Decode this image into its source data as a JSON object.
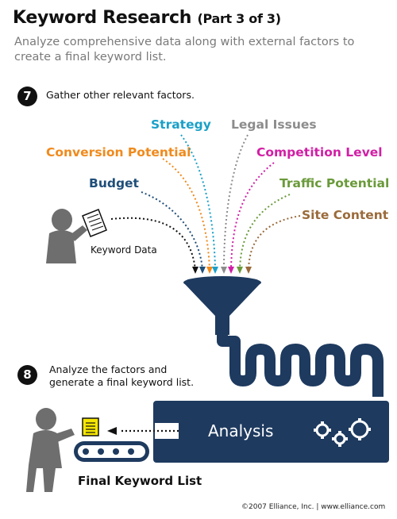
{
  "header": {
    "title": "Keyword Research",
    "title_part": "(Part 3 of 3)",
    "subtitle": "Analyze comprehensive data along with external factors to create a final keyword list."
  },
  "steps": [
    {
      "number": "7",
      "text": "Gather other relevant factors."
    },
    {
      "number": "8",
      "text_line1": "Analyze the factors and",
      "text_line2": "generate a final keyword list."
    }
  ],
  "factors": [
    {
      "label": "Strategy",
      "color": "#1aa0c8"
    },
    {
      "label": "Legal Issues",
      "color": "#8c8c8c"
    },
    {
      "label": "Conversion Potential",
      "color": "#f08a1c"
    },
    {
      "label": "Competition Level",
      "color": "#d21fa5"
    },
    {
      "label": "Budget",
      "color": "#1f4e79"
    },
    {
      "label": "Traffic Potential",
      "color": "#6a9a3a"
    },
    {
      "label": "Site Content",
      "color": "#9a6a3a"
    }
  ],
  "labels": {
    "keyword_data": "Keyword Data",
    "analysis": "Analysis",
    "final_keyword_list": "Final Keyword List"
  },
  "footer": {
    "copyright": "©2007 Elliance, Inc.   |   www.elliance.com"
  },
  "colors": {
    "navy": "#1e3a5f",
    "figure_gray": "#6e6e6e",
    "doc_yellow": "#f5e600"
  }
}
